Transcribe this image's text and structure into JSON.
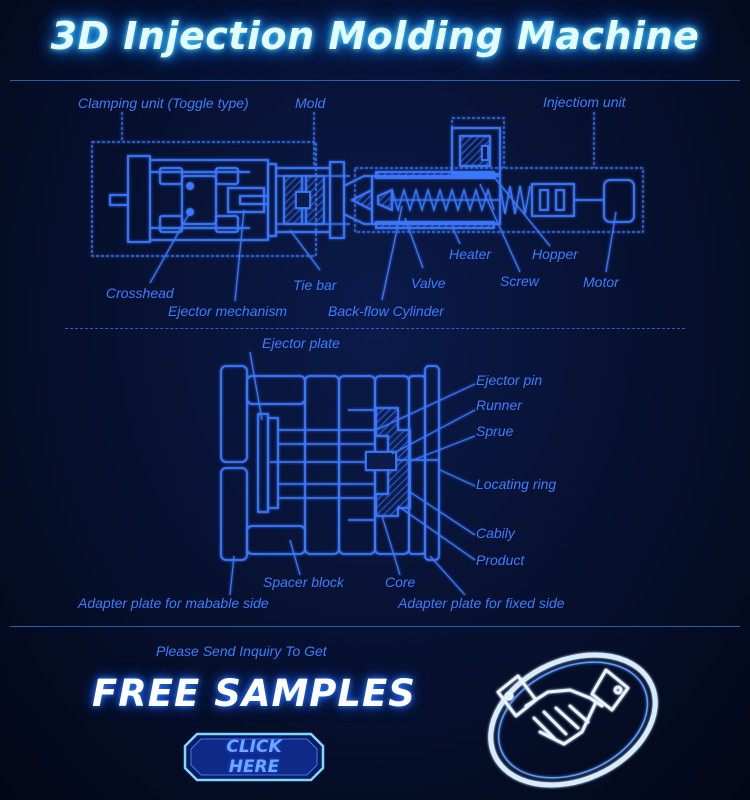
{
  "title": "3D Injection Molding Machine",
  "top_labels": {
    "clamping_unit": "Clamping unit (Toggle type)",
    "mold": "Mold",
    "injection_unit": "Injectiom unit",
    "crosshead": "Crosshead",
    "ejector_mechanism": "Ejector mechanism",
    "tie_bar": "Tie bar",
    "back_flow_cylinder": "Back-flow Cylinder",
    "valve": "Valve",
    "heater": "Heater",
    "hopper": "Hopper",
    "screw": "Screw",
    "motor": "Motor"
  },
  "mold_labels": {
    "ejector_plate": "Ejector plate",
    "ejector_pin": "Ejector pin",
    "runner": "Runner",
    "sprue": "Sprue",
    "locating_ring": "Locating ring",
    "cabily": "Cabily",
    "product": "Product",
    "spacer_block": "Spacer block",
    "core": "Core",
    "adapter_movable": "Adapter plate for mabable side",
    "adapter_fixed": "Adapter plate for fixed side"
  },
  "cta": {
    "inquiry": "Please Send Inquiry To Get",
    "free_samples": "FREE SAMPLES",
    "button_line1": "CLICK",
    "button_line2": "HERE"
  },
  "colors": {
    "background": "#06102e",
    "line": "#3a78ff",
    "label": "#3c7dff",
    "title_glow": "#4fd8ff"
  }
}
